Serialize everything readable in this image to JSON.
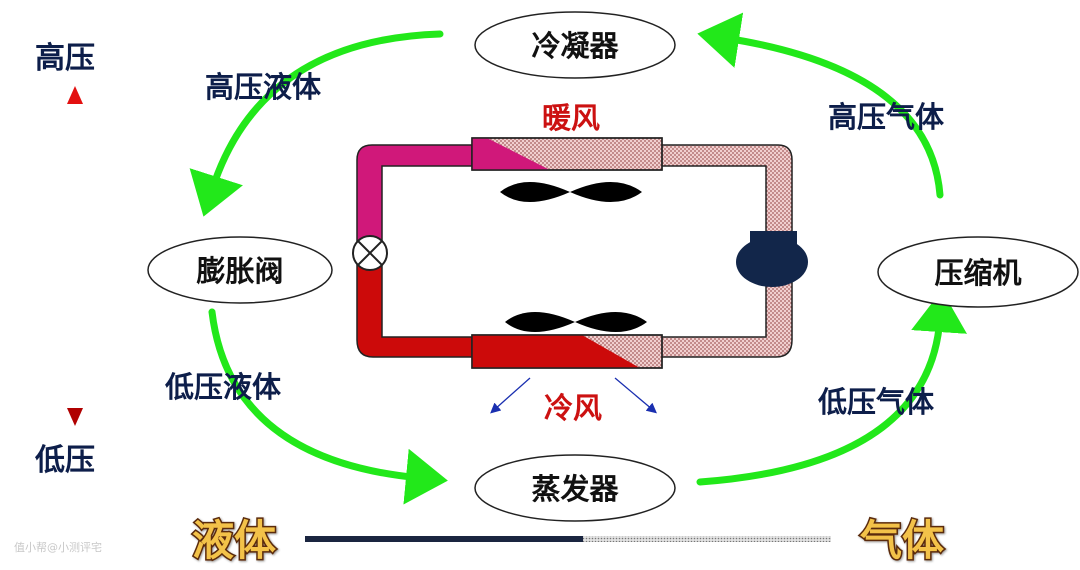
{
  "pressure_axis": {
    "high": "高压",
    "low": "低压"
  },
  "components": {
    "condenser": "冷凝器",
    "expansion_valve": "膨胀阀",
    "compressor": "压缩机",
    "evaporator": "蒸发器"
  },
  "flow_labels": {
    "high_liquid": "高压液体",
    "high_gas": "高压气体",
    "low_liquid": "低压液体",
    "low_gas": "低压气体"
  },
  "air": {
    "warm": "暖风",
    "cold": "冷风"
  },
  "state_bar": {
    "liquid": "液体",
    "gas": "气体"
  },
  "watermark": "值小帮@小测评宅",
  "colors": {
    "flow_arrow": "#22e81a",
    "warm_text": "#cc1111",
    "pipe_high_liquid": "#d0187a",
    "pipe_low_liquid": "#cc0a0a",
    "gas_pipe": "#e9b8b8"
  }
}
